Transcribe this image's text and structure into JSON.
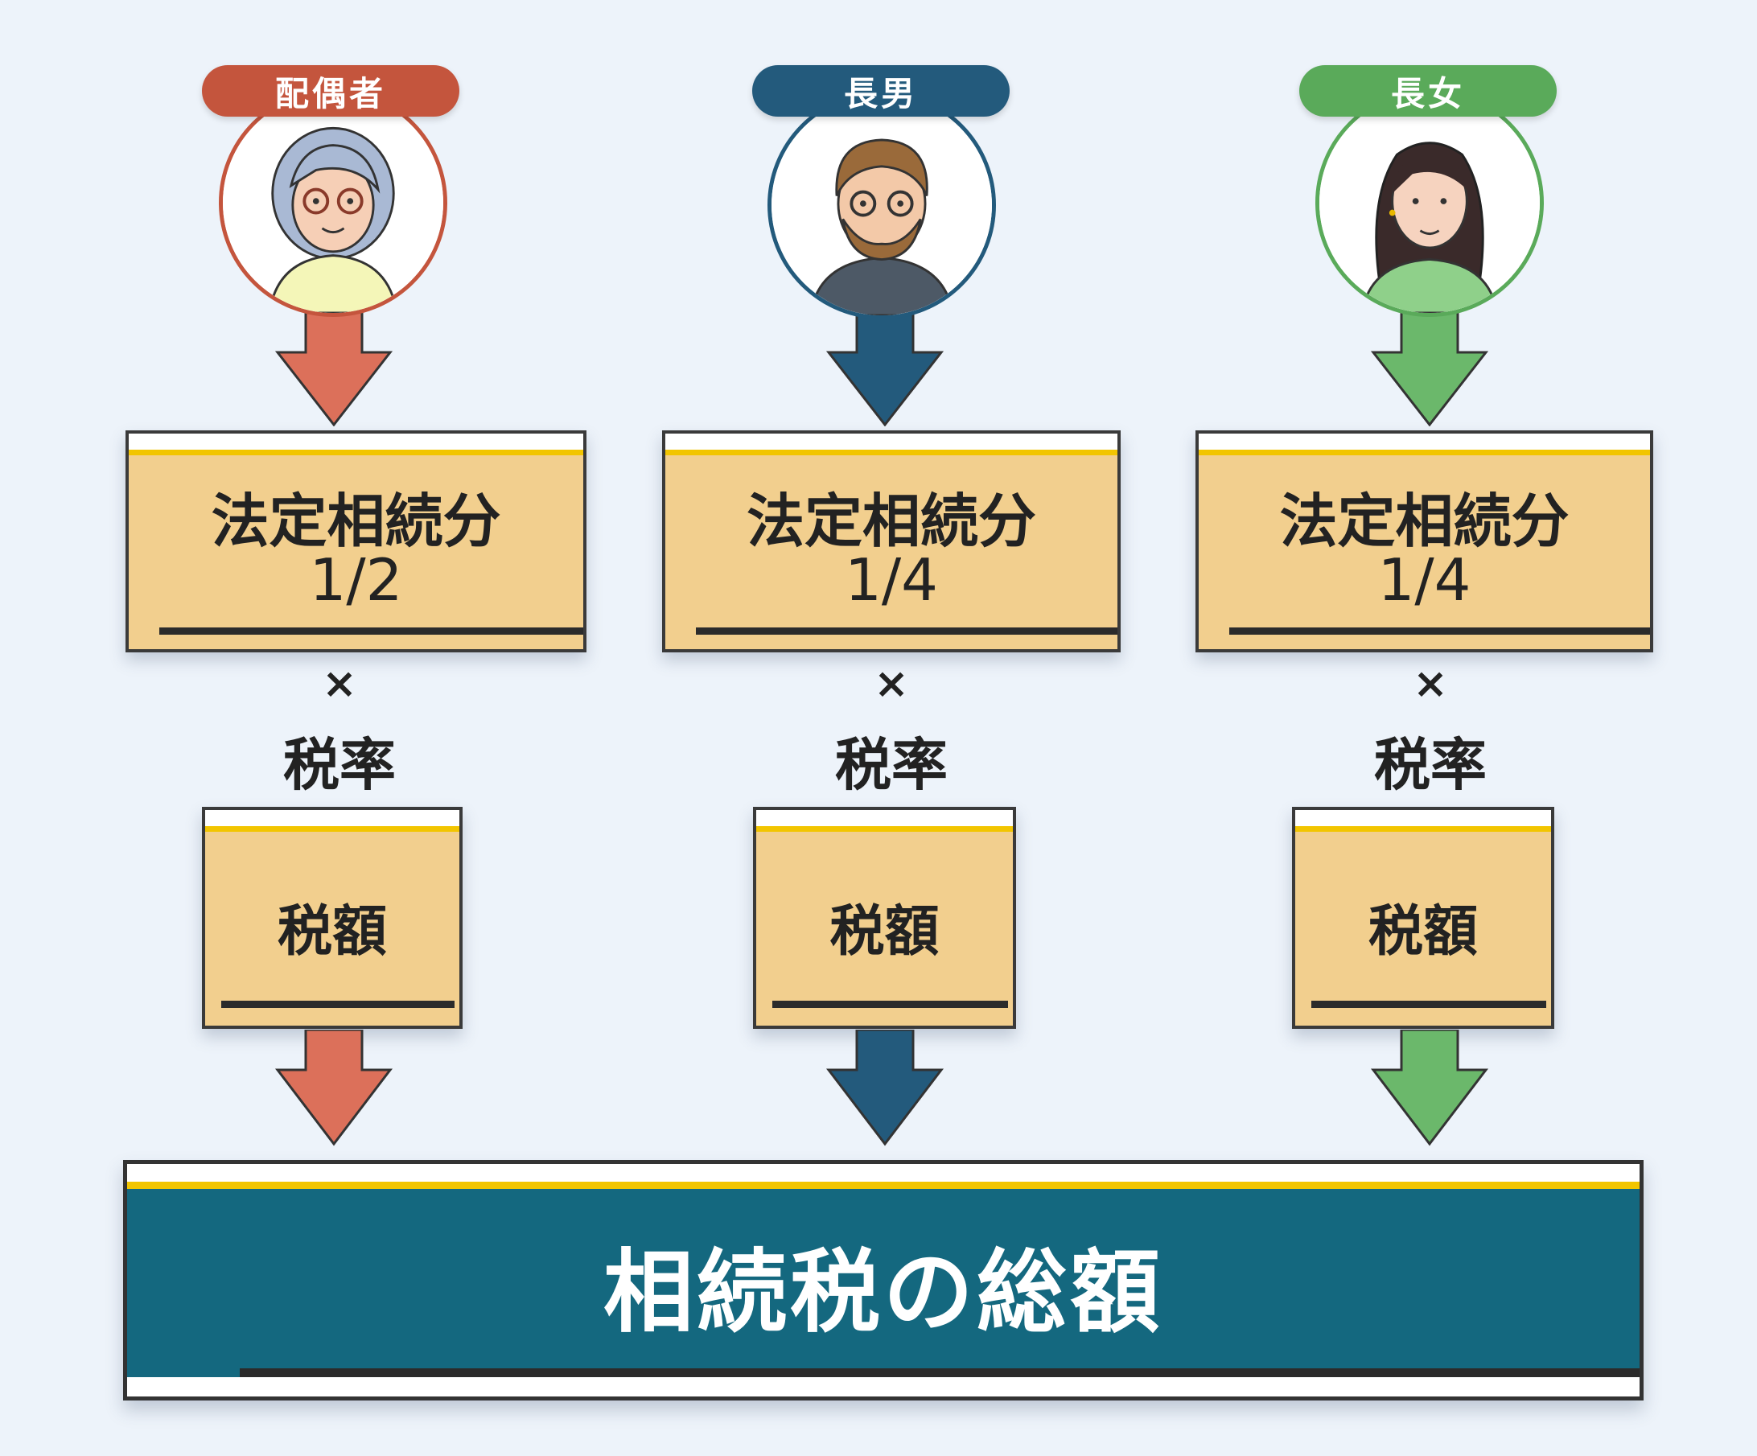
{
  "colors": {
    "spouse": "#c4553d",
    "eldest_son": "#235a7c",
    "eldest_daughter": "#5aaa5a",
    "box_fill": "#f2cf8e",
    "total_fill": "#14687f",
    "accent_band": "#f2c500",
    "background": "#edf3fa"
  },
  "heirs": [
    {
      "label": "配偶者",
      "share_title": "法定相続分",
      "share": "1/2",
      "multiply": "×",
      "rate": "税率",
      "tax": "税額",
      "icon": "elderly-woman-avatar"
    },
    {
      "label": "長男",
      "share_title": "法定相続分",
      "share": "1/4",
      "multiply": "×",
      "rate": "税率",
      "tax": "税額",
      "icon": "bearded-man-avatar"
    },
    {
      "label": "長女",
      "share_title": "法定相続分",
      "share": "1/4",
      "multiply": "×",
      "rate": "税率",
      "tax": "税額",
      "icon": "young-woman-avatar"
    }
  ],
  "total": {
    "label": "相続税の総額"
  }
}
